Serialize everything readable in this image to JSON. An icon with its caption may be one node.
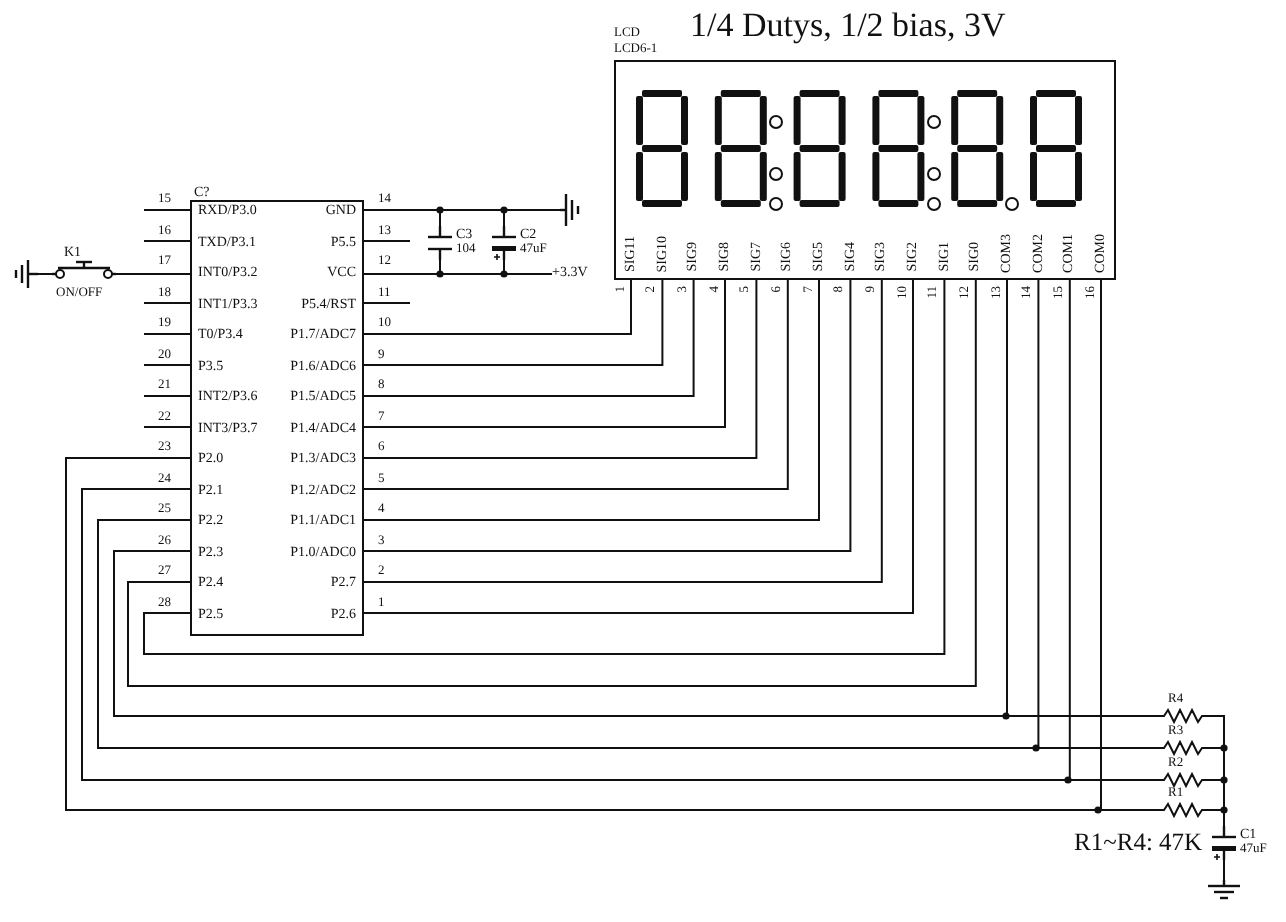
{
  "diagram": {
    "title": "1/4 Dutys, 1/2 bias, 3V",
    "nodes": [
      {
        "text": [
          "C?",
          "RXD/P3.0",
          "TXD/P3.1",
          "INT0/P3.2",
          "INT1/P3.3",
          "T0/P3.4",
          "P3.5",
          "INT2/P3.6",
          "INT3/P3.7",
          "P2.0",
          "P2.1",
          "P2.2",
          "P2.3",
          "P2.4",
          "P2.5",
          "GND",
          "P5.5",
          "VCC",
          "P5.4/RST",
          "P1.7/ADC7",
          "P1.6/ADC6",
          "P1.5/ADC5",
          "P1.4/ADC4",
          "P1.3/ADC3",
          "P1.2/ADC2",
          "P1.1/ADC1",
          "P1.0/ADC0",
          "P2.7",
          "P2.6"
        ]
      },
      {
        "text": [
          "LCD",
          "LCD6-1",
          "SIG11",
          "SIG10",
          "SIG9",
          "SIG8",
          "SIG7",
          "SIG6",
          "SIG5",
          "SIG4",
          "SIG3",
          "SIG2",
          "SIG1",
          "SIG0",
          "COM3",
          "COM2",
          "COM1",
          "COM0"
        ]
      },
      {
        "text": [
          "K1",
          "ON/OFF"
        ]
      },
      {
        "text": [],
        "shape": "ground"
      },
      {
        "text": [
          "C3",
          "104"
        ]
      },
      {
        "text": [
          "C2",
          "47uF"
        ]
      },
      {
        "text": [],
        "shape": "ground"
      },
      {
        "text": [
          "+3.3V"
        ]
      },
      {
        "text": [
          "R4"
        ]
      },
      {
        "text": [
          "R3"
        ]
      },
      {
        "text": [
          "R2"
        ]
      },
      {
        "text": [
          "R1"
        ]
      },
      {
        "text": [
          "C1",
          "47uF"
        ]
      },
      {
        "text": [],
        "shape": "ground"
      }
    ],
    "edges": [
      {
        "from": 3,
        "to": 2,
        "arrow": "none"
      },
      {
        "from": 2,
        "to": 0,
        "arrow": "none"
      },
      {
        "from": 0,
        "to": 4,
        "arrow": "none"
      },
      {
        "from": 4,
        "to": 5,
        "arrow": "none"
      },
      {
        "from": 5,
        "to": 6,
        "arrow": "none"
      },
      {
        "from": 0,
        "to": 4,
        "arrow": "none"
      },
      {
        "from": 4,
        "to": 5,
        "arrow": "none"
      },
      {
        "from": 5,
        "to": 7,
        "arrow": "none"
      },
      {
        "from": 0,
        "to": 1,
        "arrow": "none"
      },
      {
        "from": 0,
        "to": 1,
        "arrow": "none"
      },
      {
        "from": 0,
        "to": 1,
        "arrow": "none"
      },
      {
        "from": 0,
        "to": 1,
        "arrow": "none"
      },
      {
        "from": 0,
        "to": 1,
        "arrow": "none"
      },
      {
        "from": 0,
        "to": 1,
        "arrow": "none"
      },
      {
        "from": 0,
        "to": 1,
        "arrow": "none"
      },
      {
        "from": 0,
        "to": 1,
        "arrow": "none"
      },
      {
        "from": 0,
        "to": 1,
        "arrow": "none"
      },
      {
        "from": 0,
        "to": 1,
        "arrow": "none"
      },
      {
        "from": 0,
        "to": 1,
        "arrow": "none"
      },
      {
        "from": 0,
        "to": 1,
        "arrow": "none"
      },
      {
        "from": 0,
        "to": 1,
        "arrow": "none"
      },
      {
        "from": 0,
        "to": 8,
        "arrow": "none"
      },
      {
        "from": 0,
        "to": 1,
        "arrow": "none"
      },
      {
        "from": 0,
        "to": 9,
        "arrow": "none"
      },
      {
        "from": 0,
        "to": 1,
        "arrow": "none"
      },
      {
        "from": 0,
        "to": 10,
        "arrow": "none"
      },
      {
        "from": 0,
        "to": 1,
        "arrow": "none"
      },
      {
        "from": 0,
        "to": 11,
        "arrow": "none"
      },
      {
        "from": 8,
        "to": 12,
        "arrow": "none"
      },
      {
        "from": 9,
        "to": 12,
        "arrow": "none"
      },
      {
        "from": 10,
        "to": 12,
        "arrow": "none"
      },
      {
        "from": 11,
        "to": 12,
        "arrow": "none"
      },
      {
        "from": 12,
        "to": 13,
        "arrow": "none"
      }
    ],
    "labels": [
      "15",
      "16",
      "17",
      "18",
      "19",
      "20",
      "21",
      "22",
      "23",
      "24",
      "25",
      "26",
      "27",
      "28",
      "14",
      "13",
      "12",
      "11",
      "10",
      "9",
      "8",
      "7",
      "6",
      "5",
      "4",
      "3",
      "2",
      "1",
      "1",
      "2",
      "3",
      "4",
      "5",
      "6",
      "7",
      "8",
      "9",
      "10",
      "11",
      "12",
      "13",
      "14",
      "15",
      "16",
      "R1~R4: 47K"
    ]
  }
}
